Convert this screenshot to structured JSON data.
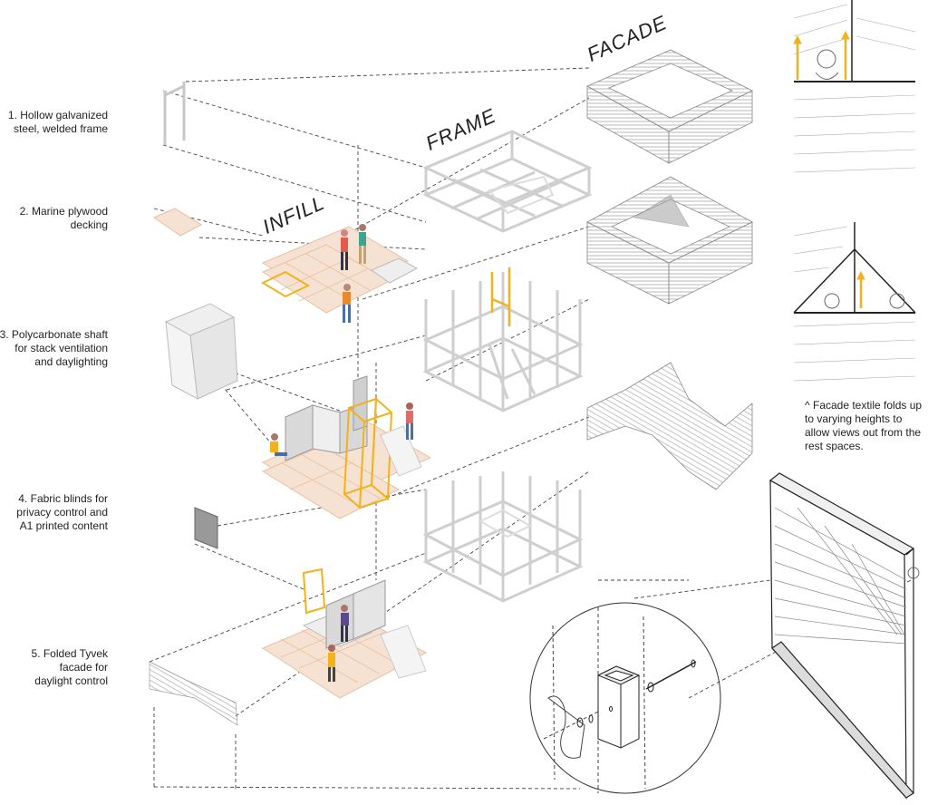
{
  "layer_titles": {
    "infill": "INFILL",
    "frame": "FRAME",
    "facade": "FACADE"
  },
  "components": [
    {
      "number": "1.",
      "line1": "Hollow galvanized",
      "line2": "steel, welded frame",
      "line3": ""
    },
    {
      "number": "2.",
      "line1": "Marine plywood",
      "line2": "decking",
      "line3": ""
    },
    {
      "number": "3.",
      "line1": "Polycarbonate shaft",
      "line2": "for stack ventilation",
      "line3": "and daylighting"
    },
    {
      "number": "4.",
      "line1": "Fabric blinds for",
      "line2": "privacy control and",
      "line3": "A1 printed content"
    },
    {
      "number": "5.",
      "line1": "Folded Tyvek",
      "line2": "facade for",
      "line3": "daylight control"
    }
  ],
  "caption": {
    "marker": "^",
    "text": "Facade textile folds up to varying heights to allow views out from the rest spaces."
  },
  "colors": {
    "frame_grey": "#c8c8c8",
    "accent_yellow": "#f2b21b",
    "floor_peach": "#f6e2d2",
    "floor_line": "#e8c0a0",
    "dashed": "#444444",
    "hatch": "#9a9a9a"
  }
}
